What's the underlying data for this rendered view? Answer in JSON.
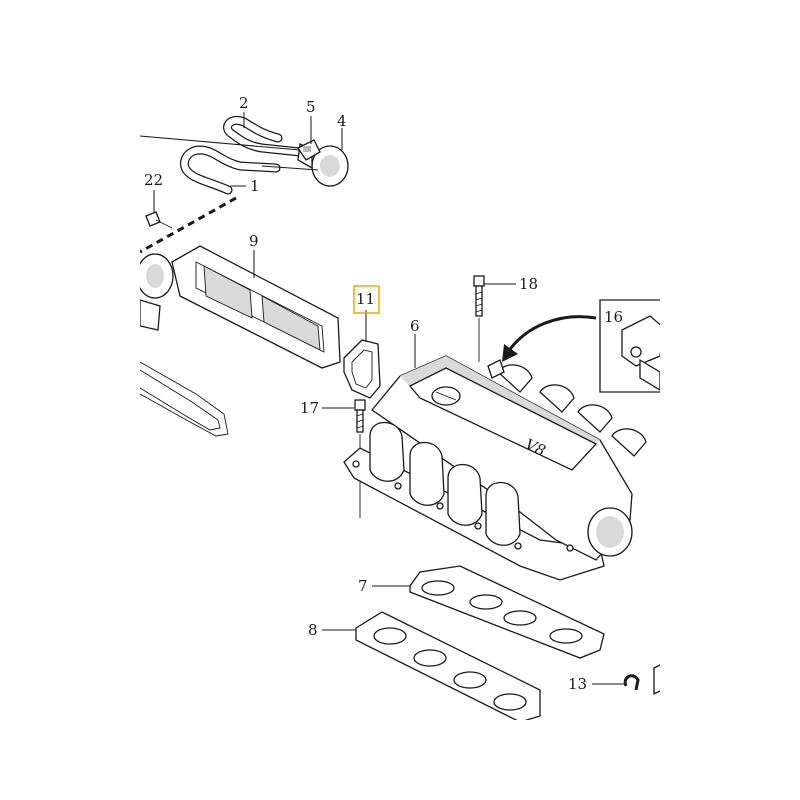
{
  "diagram": {
    "engine_marking": "V8",
    "highlight_color": "#f2a900",
    "callouts": [
      {
        "id": "c1",
        "label": "1"
      },
      {
        "id": "c2",
        "label": "2"
      },
      {
        "id": "c4",
        "label": "4"
      },
      {
        "id": "c5",
        "label": "5"
      },
      {
        "id": "c6",
        "label": "6"
      },
      {
        "id": "c7",
        "label": "7"
      },
      {
        "id": "c8",
        "label": "8"
      },
      {
        "id": "c9",
        "label": "9"
      },
      {
        "id": "c11",
        "label": "11",
        "highlighted": true
      },
      {
        "id": "c13",
        "label": "13"
      },
      {
        "id": "c16",
        "label": "16"
      },
      {
        "id": "c17",
        "label": "17"
      },
      {
        "id": "c18",
        "label": "18"
      },
      {
        "id": "c22",
        "label": "22"
      }
    ]
  }
}
